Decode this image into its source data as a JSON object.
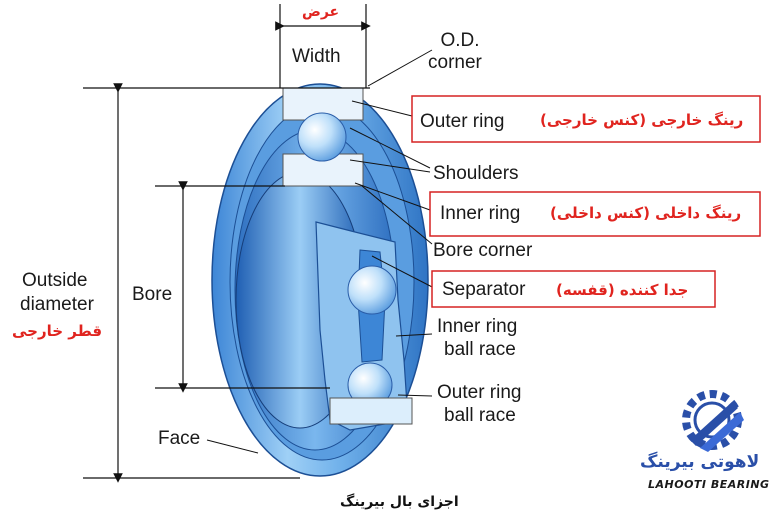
{
  "labels": {
    "width_fa": "عرض",
    "width": "Width",
    "od_corner_1": "O.D.",
    "od_corner_2": "corner",
    "outer_ring": "Outer ring",
    "outer_ring_fa": "(کنس خارجی) رینگ خارجی",
    "shoulders": "Shoulders",
    "inner_ring": "Inner ring",
    "inner_ring_fa": "(کنس داخلی) رینگ داخلی",
    "bore_corner": "Bore corner",
    "separator": "Separator",
    "separator_fa": "(قفسه) جدا کننده",
    "inner_ring_ball_race_1": "Inner ring",
    "inner_ring_ball_race_2": "ball race",
    "outer_ring_ball_race_1": "Outer ring",
    "outer_ring_ball_race_2": "ball race",
    "outside_diameter_1": "Outside",
    "outside_diameter_2": "diameter",
    "outside_diameter_fa": "قطر خارجی",
    "bore": "Bore",
    "face": "Face"
  },
  "caption": "اجزای بال بیرینگ",
  "logo": {
    "name_fa": "لاهوتی بیرینگ",
    "name_en": "LAHOOTI BEARING"
  },
  "colors": {
    "ring_light": "#cfe6fb",
    "ring_mid": "#8fc3ef",
    "ring_dark": "#3d86d6",
    "ball": "#bfe0fa",
    "accent_red": "#e0241f",
    "logo_blue": "#2a4fa8"
  }
}
